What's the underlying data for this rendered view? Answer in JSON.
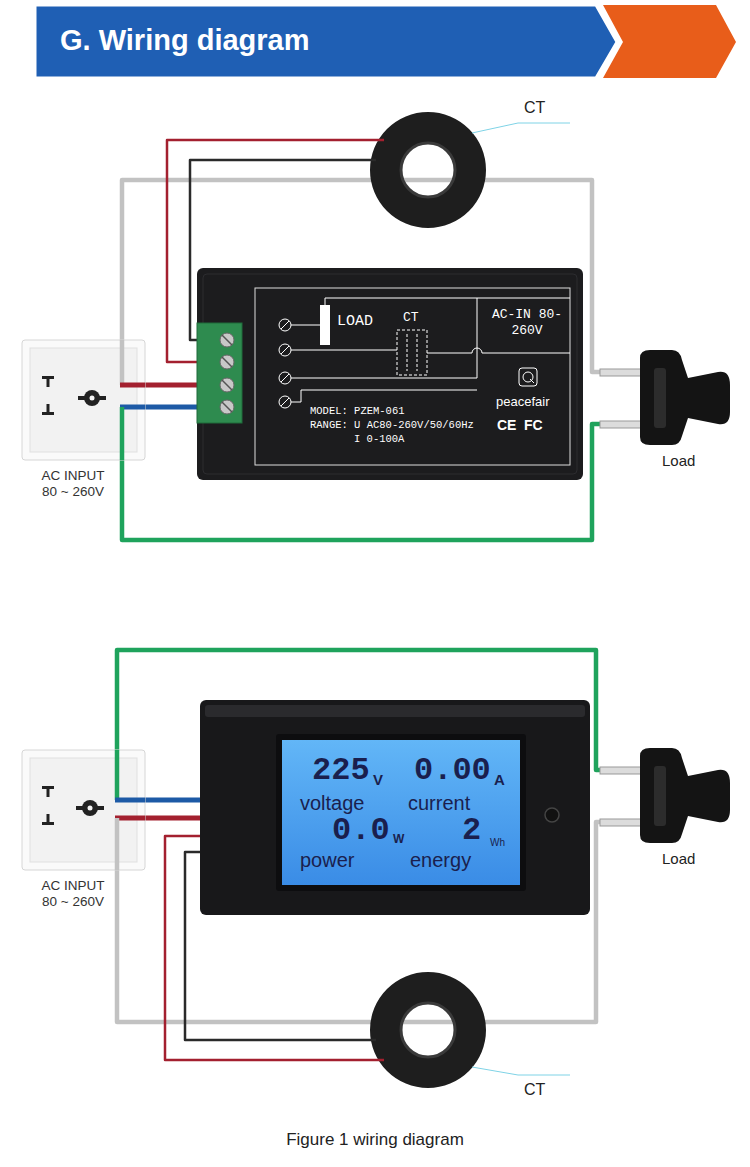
{
  "diagram": {
    "title": "G. Wiring diagram",
    "caption": "Figure 1 wiring diagram",
    "nodes": [
      {
        "text": [
          "AC INPUT 80 ~ 260V"
        ]
      },
      {
        "text": [
          "LOAD",
          "CT",
          "AC-IN 80-260V",
          "peacefair",
          "MODEL: PZEM-061",
          "RANGE: U AC80-260V/50/60Hz",
          "I 0-100A",
          "CE",
          "FC"
        ]
      },
      {
        "text": [
          "Load"
        ]
      },
      {
        "text": [
          "CT"
        ]
      },
      {
        "text": [
          "AC INPUT 80 ~ 260V"
        ]
      },
      {
        "text": [
          "225",
          "V",
          "voltage",
          "0.00",
          "A",
          "current",
          "0.0",
          "W",
          "power",
          "2",
          "Wh",
          "energy"
        ]
      },
      {
        "text": [
          "Load"
        ]
      },
      {
        "text": [
          "CT"
        ]
      }
    ],
    "edges": [
      {
        "from": 0,
        "to": 1,
        "arrow": "none"
      },
      {
        "from": 0,
        "to": 1,
        "arrow": "none"
      },
      {
        "from": 0,
        "to": 2,
        "arrow": "none"
      },
      {
        "from": 0,
        "to": 2,
        "arrow": "none"
      },
      {
        "from": 3,
        "to": 1,
        "arrow": "none"
      },
      {
        "from": 3,
        "to": 1,
        "arrow": "none"
      },
      {
        "from": 4,
        "to": 5,
        "arrow": "none"
      },
      {
        "from": 4,
        "to": 5,
        "arrow": "none"
      },
      {
        "from": 4,
        "to": 6,
        "arrow": "none"
      },
      {
        "from": 4,
        "to": 6,
        "arrow": "none"
      },
      {
        "from": 7,
        "to": 5,
        "arrow": "none"
      },
      {
        "from": 7,
        "to": 5,
        "arrow": "none"
      }
    ]
  }
}
